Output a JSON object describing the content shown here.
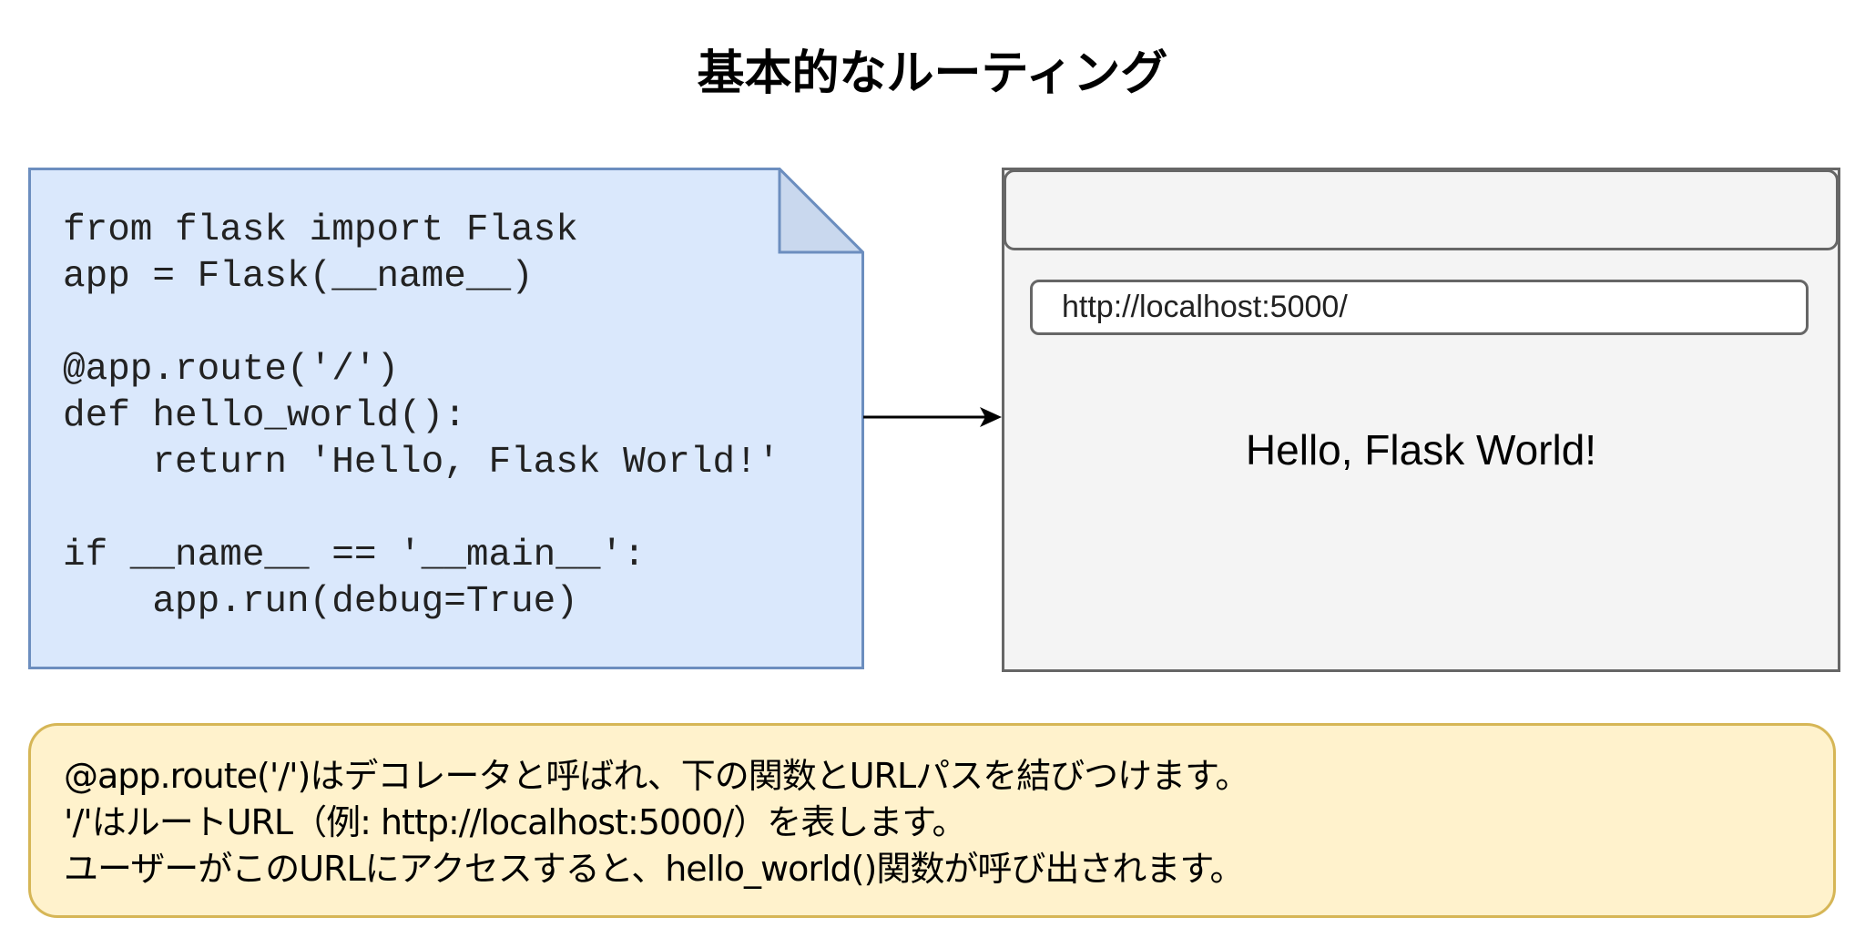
{
  "title": "基本的なルーティング",
  "code": {
    "lines": [
      "from flask import Flask",
      "app = Flask(__name__)",
      "",
      "@app.route('/')",
      "def hello_world():",
      "    return 'Hello, Flask World!'",
      "",
      "if __name__ == '__main__':",
      "    app.run(debug=True)"
    ]
  },
  "browser": {
    "url": "http://localhost:5000/",
    "content": "Hello, Flask World!"
  },
  "note": {
    "lines": [
      "@app.route('/')はデコレータと呼ばれ、下の関数とURLパスを結びつけます。",
      "'/'はルートURL（例: http://localhost:5000/）を表します。",
      "ユーザーがこのURLにアクセスすると、hello_world()関数が呼び出されます。"
    ]
  },
  "colors": {
    "code_fill": "#dae8fc",
    "code_stroke": "#6c8ebf",
    "browser_fill": "#f4f4f4",
    "note_fill": "#fff2cc",
    "note_stroke": "#d6b656"
  }
}
